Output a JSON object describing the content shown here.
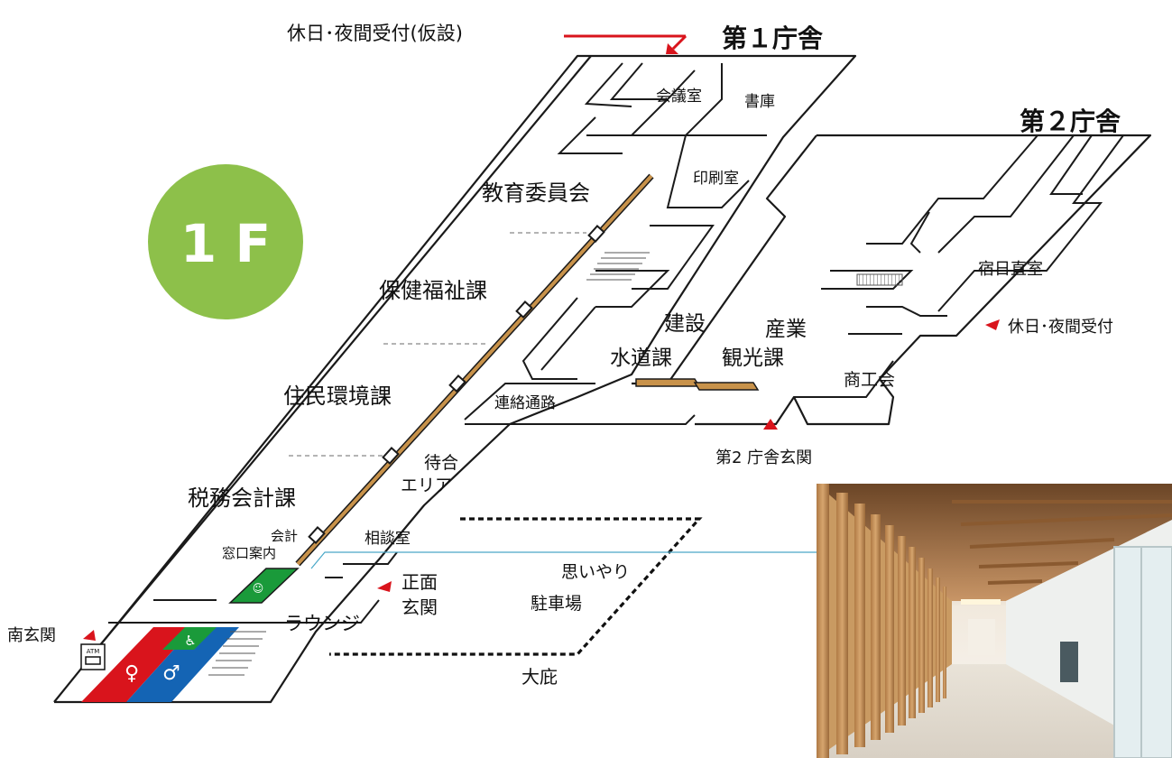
{
  "floor": {
    "label": "1 F",
    "color": "#8dc04a"
  },
  "buildings": {
    "first": "第１庁舎",
    "second": "第２庁舎"
  },
  "top_reception": "休日･夜間受付(仮設)",
  "rooms": {
    "meeting": "会議室",
    "archive": "書庫",
    "printing": "印刷室",
    "education": "教育委員会",
    "health": "保健福祉課",
    "resident": "住民環境課",
    "tax_line1": "税務会計課",
    "kaikei_line1": "会計",
    "kaikei_line2": "窓口案内",
    "corridor": "連絡通路",
    "waiting_line1": "待合",
    "waiting_line2": "エリア",
    "consult": "相談室",
    "lounge": "ラウンジ",
    "construction_line1": "建設",
    "construction_line2": "水道課",
    "industry_line1": "産業",
    "industry_line2": "観光課",
    "commerce": "商工会",
    "night_duty": "宿日直室"
  },
  "entrances": {
    "front_line1": "正面",
    "front_line2": "玄関",
    "south": "南玄関",
    "second_bldg": "第2 庁舎玄関",
    "holiday_night": "休日･夜間受付"
  },
  "parking": {
    "line1": "思いやり",
    "line2": "駐車場",
    "main": "大庇"
  },
  "facilities": {
    "atm": "ATM"
  },
  "colors": {
    "accent_red": "#d9141c",
    "wood": "#c8924a",
    "toilet_blue": "#1464b4",
    "toilet_red": "#d9141c",
    "green": "#1a9a3a",
    "leader_line": "#4aa8c8"
  }
}
